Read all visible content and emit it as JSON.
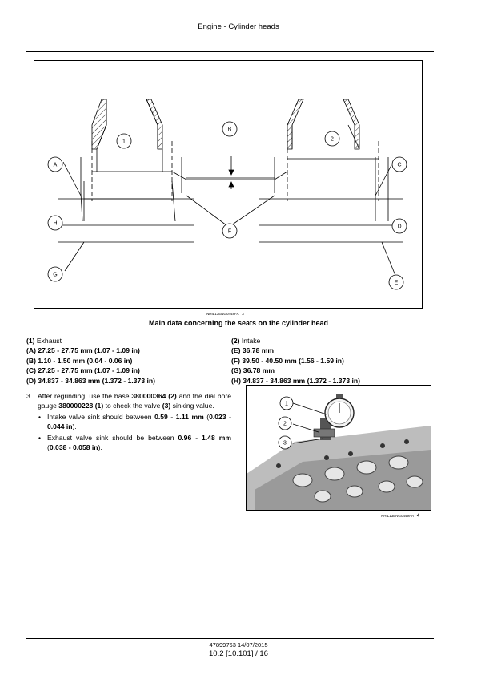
{
  "header": {
    "title": "Engine - Cylinder heads"
  },
  "figure1": {
    "code": "NHIL13ENG0448FA",
    "number": "3",
    "caption": "Main data concerning the seats on the cylinder head",
    "callouts": {
      "one": "1",
      "two": "2",
      "A": "A",
      "B": "B",
      "C": "C",
      "D": "D",
      "E": "E",
      "F": "F",
      "G": "G",
      "H": "H"
    }
  },
  "legend": {
    "left": [
      {
        "id": "(1)",
        "text": " Exhaust",
        "bold": false
      },
      {
        "id": "(A)",
        "text": " 27.25 - 27.75 mm (1.07 - 1.09 in)",
        "bold": true
      },
      {
        "id": "(B)",
        "text": " 1.10 - 1.50 mm (0.04 - 0.06 in)",
        "bold": true
      },
      {
        "id": "(C)",
        "text": " 27.25 - 27.75 mm (1.07 - 1.09 in)",
        "bold": true
      },
      {
        "id": "(D)",
        "text": " 34.837 - 34.863 mm (1.372 - 1.373 in)",
        "bold": true
      }
    ],
    "right": [
      {
        "id": "(2)",
        "text": " Intake",
        "bold": false
      },
      {
        "id": "(E)",
        "text": " 36.78 mm",
        "bold": true
      },
      {
        "id": "(F)",
        "text": " 39.50 - 40.50 mm (1.56 - 1.59 in)",
        "bold": true
      },
      {
        "id": "(G)",
        "text": " 36.78 mm",
        "bold": true
      },
      {
        "id": "(H)",
        "text": " 34.837 - 34.863 mm (1.372 - 1.373 in)",
        "bold": true
      }
    ]
  },
  "step": {
    "number": "3.",
    "t1": "After regrinding, use the base ",
    "b1": "380000364 (2)",
    "t2": " and the dial bore gauge ",
    "b2": "380000228 (1)",
    "t3": " to check the valve ",
    "b3": "(3)",
    "t4": " sinking value.",
    "bullets": [
      {
        "pre": "Intake valve sink should between ",
        "val": "0.59 - 1.11 mm",
        "paren_open": " (",
        "imp": "0.023 - 0.044 in",
        "paren_close": ")."
      },
      {
        "pre": "Exhaust valve sink should be between ",
        "val": "0.96 - 1.48 mm",
        "paren_open": " (",
        "imp": "0.038 - 0.058 in",
        "paren_close": ")."
      }
    ],
    "bullet_glyph": "•"
  },
  "figure2": {
    "code": "NHIL13ENG0449AA",
    "number": "4",
    "callouts": {
      "one": "1",
      "two": "2",
      "three": "3"
    }
  },
  "footer": {
    "doc": "47899763 14/07/2015",
    "page": "10.2 [10.101] / 16"
  }
}
